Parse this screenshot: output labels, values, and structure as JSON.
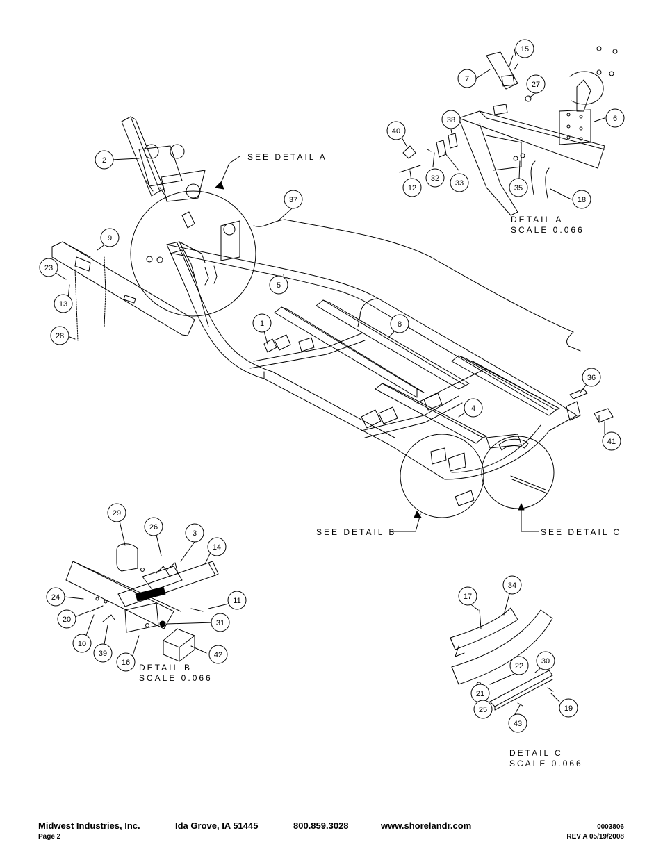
{
  "detail_labels": {
    "see_a": "SEE DETAIL  A",
    "see_b": "SEE DETAIL  B",
    "see_c": "SEE DETAIL  C",
    "a_title": "DETAIL  A",
    "a_scale": "SCALE  0.066",
    "b_title": "DETAIL  B",
    "b_scale": "SCALE  0.066",
    "c_title": "DETAIL  C",
    "c_scale": "SCALE  0.066"
  },
  "callouts": [
    "1",
    "2",
    "3",
    "4",
    "5",
    "6",
    "7",
    "8",
    "9",
    "10",
    "11",
    "12",
    "13",
    "14",
    "15",
    "16",
    "17",
    "18",
    "19",
    "20",
    "21",
    "22",
    "23",
    "24",
    "25",
    "26",
    "27",
    "28",
    "29",
    "30",
    "31",
    "32",
    "33",
    "34",
    "35",
    "36",
    "37",
    "38",
    "39",
    "40",
    "41",
    "42",
    "43"
  ],
  "footer": {
    "company": "Midwest Industries, Inc.",
    "location": "Ida Grove, IA  51445",
    "phone": "800.859.3028",
    "website": "www.shorelandr.com",
    "page": "Page 2",
    "doc_number": "0003806",
    "revision": "REV A  05/19/2008"
  }
}
